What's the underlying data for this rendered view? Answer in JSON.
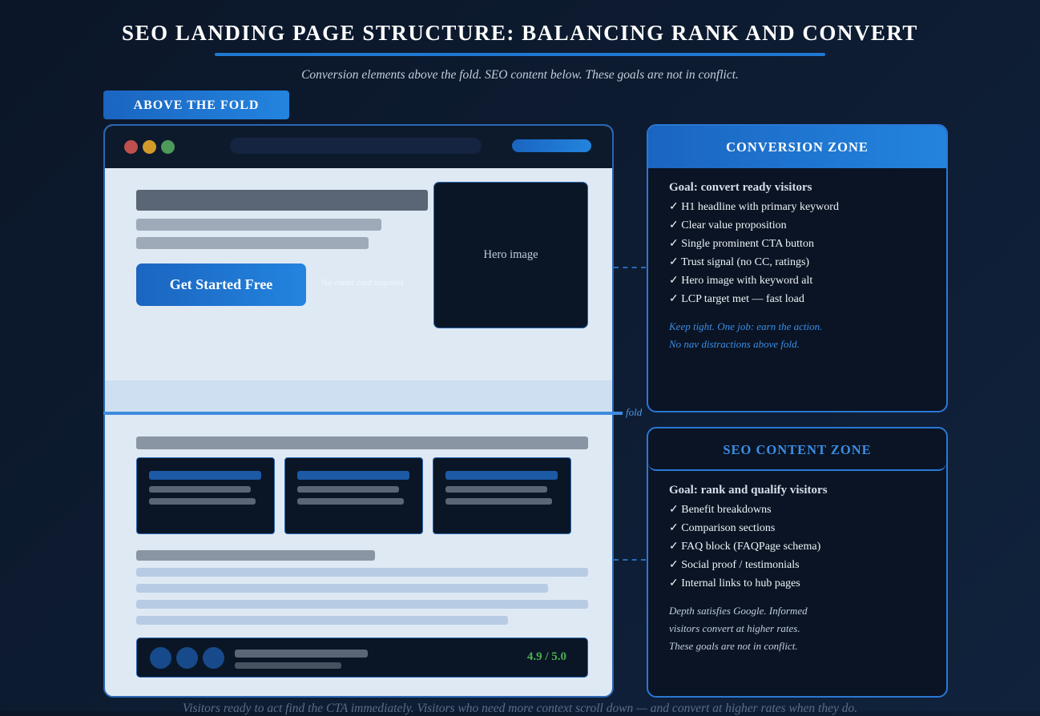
{
  "title": "SEO LANDING PAGE STRUCTURE: BALANCING RANK AND CONVERT",
  "subtitle": "Conversion elements above the fold. SEO content below. These goals are not in conflict.",
  "fold_tag": "ABOVE THE FOLD",
  "mockup": {
    "cta": "Get Started Free",
    "trust_note": "No credit card required",
    "hero": "Hero image",
    "fold_label": "fold",
    "rating": "4.9 / 5.0"
  },
  "conversion": {
    "title": "CONVERSION ZONE",
    "goal": "Goal: convert ready visitors",
    "items": [
      "✓ H1 headline with primary keyword",
      "✓ Clear value proposition",
      "✓ Single prominent CTA button",
      "✓ Trust signal (no CC, ratings)",
      "✓ Hero image with keyword alt",
      "✓ LCP target met — fast load"
    ],
    "notes": [
      "Keep tight. One job: earn the action.",
      "No nav distractions above fold."
    ]
  },
  "seo": {
    "title": "SEO CONTENT ZONE",
    "goal": "Goal: rank and qualify visitors",
    "items": [
      "✓ Benefit breakdowns",
      "✓ Comparison sections",
      "✓ FAQ block (FAQPage schema)",
      "✓ Social proof / testimonials",
      "✓ Internal links to hub pages"
    ],
    "notes": [
      "Depth satisfies Google. Informed",
      "visitors convert at higher rates.",
      "These goals are not in conflict."
    ]
  },
  "footer": "Visitors ready to act find the CTA immediately. Visitors who need more context scroll down — and convert at higher rates when they do.",
  "colors": {
    "accent": "#1f78d1",
    "background": "#0b1628",
    "rating": "#4caf50"
  }
}
